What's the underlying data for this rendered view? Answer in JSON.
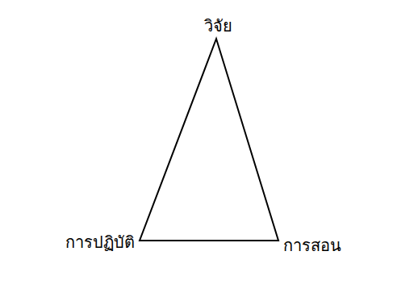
{
  "diagram": {
    "labels": [
      "วิจัย",
      "การปฏิบัติ",
      "การสอน"
    ]
  }
}
